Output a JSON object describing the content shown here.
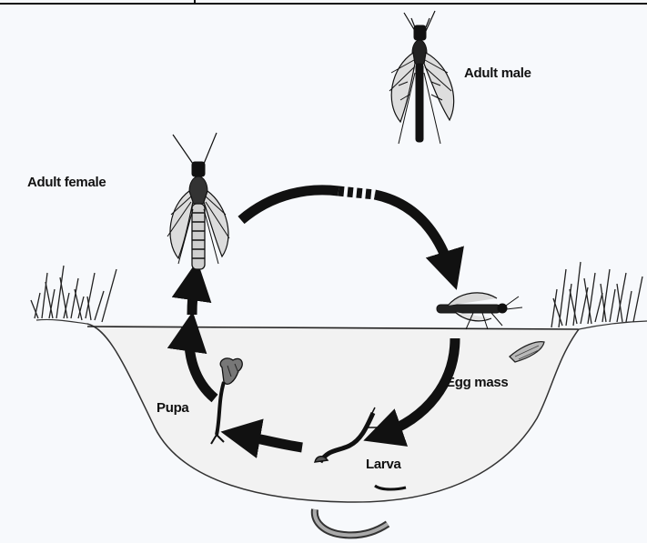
{
  "labels": {
    "adult_male": "Adult male",
    "adult_female": "Adult female",
    "egg_mass": "Egg mass",
    "pupa": "Pupa",
    "larva": "Larva"
  },
  "icons": [
    "adult-male-insect-icon",
    "adult-female-insect-icon",
    "egg-laying-insect-icon",
    "egg-mass-icon",
    "pupa-icon",
    "larva-icon",
    "grass-icon"
  ],
  "colors": {
    "ink": "#111111",
    "water_fill": "#f2f2f2",
    "background": "#f7f9fc"
  }
}
